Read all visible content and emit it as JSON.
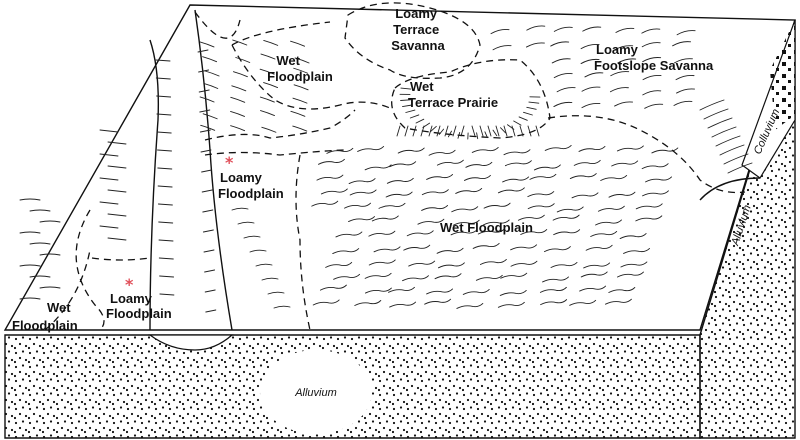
{
  "labels": {
    "loamy_terrace_savanna": [
      "Loamy",
      "Terrace",
      "Savanna"
    ],
    "wet_floodplain_top": [
      "Wet",
      "Floodplain"
    ],
    "loamy_footslope_savanna": [
      "Loamy",
      "Footslope Savanna"
    ],
    "wet_terrace_prairie": [
      "Wet",
      "Terrace Prairie"
    ],
    "loamy_floodplain_center": [
      "Loamy",
      "Floodplain"
    ],
    "wet_floodplain_main": "Wet Floodplain",
    "wet_floodplain_left": [
      "Wet",
      "Floodplain"
    ],
    "loamy_floodplain_left": [
      "Loamy",
      "Floodplain"
    ],
    "alluvium_front": "Alluvium",
    "alluvium_side": "Alluvium",
    "colluvium_side": "Colluvium",
    "marker_center": "*",
    "marker_left": "*"
  },
  "colors": {
    "line": "#111111",
    "marker": "#e0505a",
    "background": "#ffffff"
  }
}
